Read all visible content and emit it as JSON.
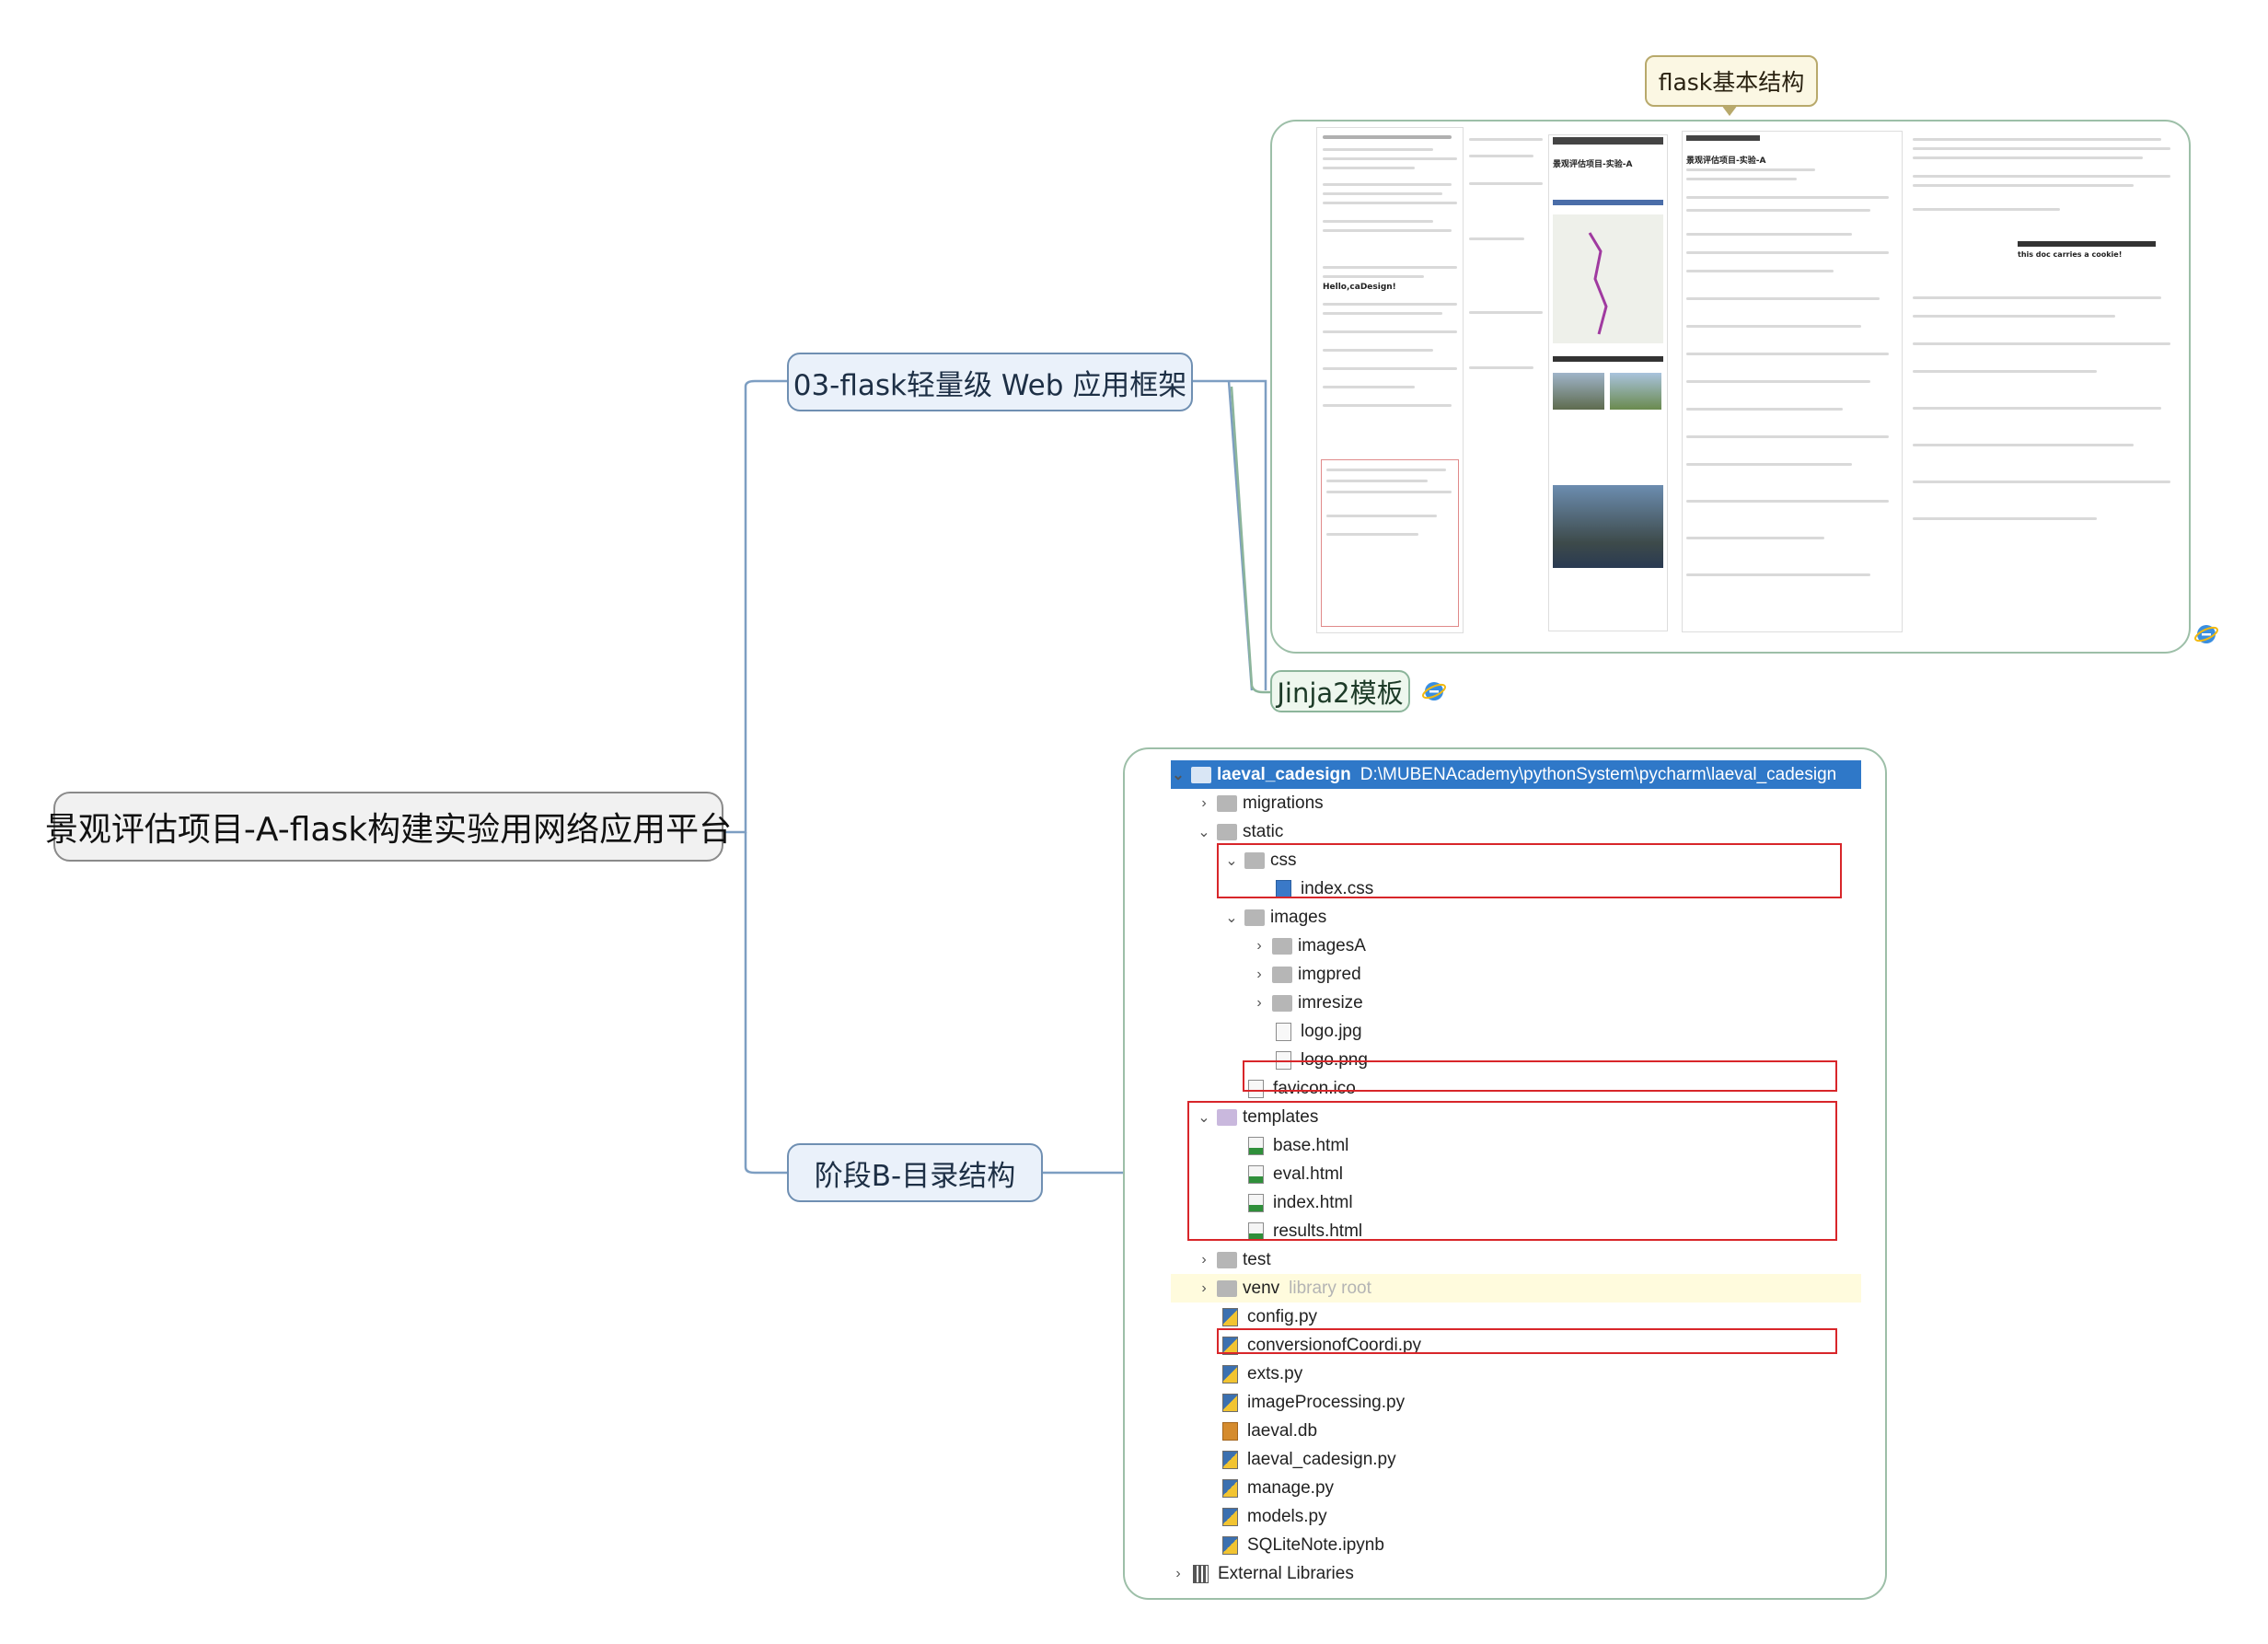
{
  "root": {
    "label": "景观评估项目-A-flask构建实验用网络应用平台"
  },
  "branches": {
    "flask": {
      "label": "03-flask轻量级 Web 应用框架"
    },
    "jinja": {
      "label": "Jinja2模板"
    },
    "callout": {
      "label": "flask基本结构"
    },
    "dir": {
      "label": "阶段B-目录结构"
    }
  },
  "tree": {
    "root_name": "laeval_cadesign",
    "root_path": "D:\\MUBENAcademy\\pythonSystem\\pycharm\\laeval_cadesign",
    "items": [
      {
        "label": "migrations"
      },
      {
        "label": "static"
      },
      {
        "label": "css"
      },
      {
        "label": "index.css"
      },
      {
        "label": "images"
      },
      {
        "label": "imagesA"
      },
      {
        "label": "imgpred"
      },
      {
        "label": "imresize"
      },
      {
        "label": "logo.jpg"
      },
      {
        "label": "logo.png"
      },
      {
        "label": "favicon.ico"
      },
      {
        "label": "templates"
      },
      {
        "label": "base.html"
      },
      {
        "label": "eval.html"
      },
      {
        "label": "index.html"
      },
      {
        "label": "results.html"
      },
      {
        "label": "test"
      },
      {
        "label": "venv",
        "note": "library root"
      },
      {
        "label": "config.py"
      },
      {
        "label": "conversionofCoordi.py"
      },
      {
        "label": "exts.py"
      },
      {
        "label": "imageProcessing.py"
      },
      {
        "label": "laeval.db"
      },
      {
        "label": "laeval_cadesign.py"
      },
      {
        "label": "manage.py"
      },
      {
        "label": "models.py"
      },
      {
        "label": "SQLiteNote.ipynb"
      },
      {
        "label": "External Libraries"
      }
    ]
  },
  "thumbnail": {
    "texts": {
      "a": "Hello,caDesign!",
      "b": "景观评估项目-实验-A",
      "c": "景观评估项目-实验-A",
      "d": "this doc carries a cookie!"
    }
  },
  "colors": {
    "branch_border": "#6f8fb2",
    "branch_fill": "#eaf1fa",
    "sub_border": "#8cb59b",
    "highlight_red": "#d8262a",
    "tree_header": "#2f78c8"
  },
  "icons": [
    "folder-icon",
    "file-icon",
    "html-file-icon",
    "python-file-icon",
    "database-icon",
    "browser-icon"
  ]
}
